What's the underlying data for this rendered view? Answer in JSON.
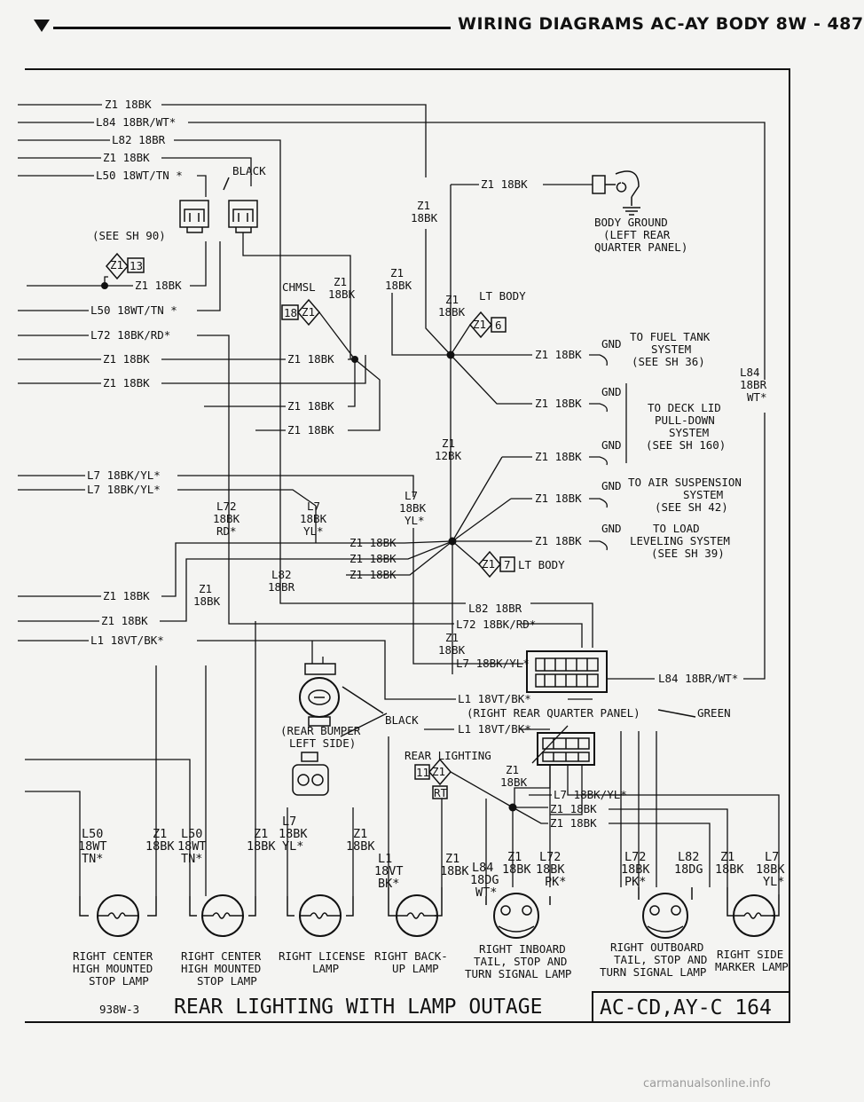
{
  "header": {
    "title": "WIRING DIAGRAMS AC-AY BODY   8W - 487"
  },
  "left_feeds": [
    {
      "id": "z1-top",
      "label": "Z1 18BK"
    },
    {
      "id": "l84",
      "label": "L84 18BR/WT*"
    },
    {
      "id": "l82",
      "label": "L82 18BR"
    },
    {
      "id": "z1-second",
      "label": "Z1 18BK"
    },
    {
      "id": "l50-top",
      "label": "L50 18WT/TN *"
    },
    {
      "id": "l50-second",
      "label": "L50 18WT/TN *"
    },
    {
      "id": "l72",
      "label": "L72 18BK/RD*"
    },
    {
      "id": "z1-a",
      "label": "Z1 18BK"
    },
    {
      "id": "z1-b",
      "label": "Z1 18BK"
    },
    {
      "id": "l7-a",
      "label": "L7 18BK/YL*"
    },
    {
      "id": "l7-b",
      "label": "L7 18BK/YL*"
    },
    {
      "id": "z1-c",
      "label": "Z1 18BK"
    },
    {
      "id": "z1-d",
      "label": "Z1 18BK"
    },
    {
      "id": "l1",
      "label": "L1 18VT/BK*"
    }
  ],
  "notes": {
    "see_sh_90": "(SEE SH 90)",
    "black_top": "BLACK",
    "splice_13": "13",
    "splice_z1": "Z1",
    "z1_18bk_under": "Z1 18BK",
    "chmsl": "CHMSL",
    "splice_18": "18",
    "splice_6": "6",
    "splice_7": "7",
    "lt_body_upper": "LT BODY",
    "lt_body_lower": "LT BODY",
    "splice_11": "11",
    "rt": "RT"
  },
  "labels": {
    "z1": "Z1",
    "gauge_18bk": "18BK",
    "gauge_12bk": "12BK",
    "z1_18bk": "Z1 18BK",
    "l72": "L72",
    "l7": "L7",
    "l82": "L82",
    "l82_18br": "L82 18BR",
    "l72_18bkrd": "L72 18BK/RD*",
    "l7_18bkyl": "L7 18BK/YL*",
    "l1_18vtbk": "L1 18VT/BK*",
    "l84_18brwt": "L84 18BR/WT*",
    "rd": "RD*",
    "yl": "YL*",
    "br": "18BR",
    "wt": "WT*",
    "l84": "L84",
    "gnd": "GND"
  },
  "grounds": {
    "body_ground": "BODY GROUND",
    "body_ground_2": "(LEFT REAR",
    "body_ground_3": "QUARTER PANEL)",
    "fuel_1": "TO FUEL TANK",
    "fuel_2": "SYSTEM",
    "fuel_3": "(SEE SH 36)",
    "deck_1": "TO DECK LID",
    "deck_2": "PULL-DOWN",
    "deck_3": "SYSTEM",
    "deck_4": "(SEE SH 160)",
    "air_1": "TO AIR SUSPENSION",
    "air_2": "SYSTEM",
    "air_3": "(SEE SH 42)",
    "load_1": "TO LOAD",
    "load_2": "LEVELING SYSTEM",
    "load_3": "(SEE SH 39)"
  },
  "connectors": {
    "rear_bumper_1": "(REAR BUMPER",
    "rear_bumper_2": "LEFT SIDE)",
    "black": "BLACK",
    "right_rear_quarter": "(RIGHT REAR QUARTER PANEL)",
    "green": "GREEN",
    "rear_lighting": "REAR LIGHTING"
  },
  "lamp_wires": {
    "rc1_l50": "L50",
    "rc1_g": "18WT",
    "rc1_c": "TN*",
    "rc1_z1": "Z1",
    "rc1_z1g": "18BK",
    "rc2_l50": "L50",
    "rc2_g": "18WT",
    "rc2_c": "TN*",
    "rc2_z1": "Z1",
    "rc2_z1g": "18BK",
    "lic_l7": "L7",
    "lic_l7g": "18BK",
    "lic_l7c": "YL*",
    "lic_z1": "Z1",
    "lic_z1g": "18BK",
    "bu_l1": "L1",
    "bu_l1g": "18VT",
    "bu_l1c": "BK*",
    "bu_z1": "Z1",
    "bu_z1g": "18BK",
    "ib_l84": "L84",
    "ib_l84g": "18DG",
    "ib_l84c": "WT*",
    "ib_z1": "Z1",
    "ib_z1g": "18BK",
    "ib_l72": "L72",
    "ib_l72g": "18BK",
    "ib_l72c": "PK*",
    "ob_l72": "L72",
    "ob_l72g": "18BK",
    "ob_l72c": "PK*",
    "ob_l82": "L82",
    "ob_l82g": "18DG",
    "ob_z1": "Z1",
    "ob_z1g": "18BK",
    "sm_l7": "L7",
    "sm_l7g": "18BK",
    "sm_l7c": "YL*"
  },
  "lamps": [
    {
      "line1": "RIGHT CENTER",
      "line2": "HIGH MOUNTED",
      "line3": "STOP LAMP"
    },
    {
      "line1": "RIGHT CENTER",
      "line2": "HIGH MOUNTED",
      "line3": "STOP LAMP"
    },
    {
      "line1": "RIGHT LICENSE",
      "line2": "LAMP",
      "line3": ""
    },
    {
      "line1": "RIGHT BACK-",
      "line2": "UP LAMP",
      "line3": ""
    },
    {
      "line1": "RIGHT INBOARD",
      "line2": "TAIL, STOP AND",
      "line3": "TURN SIGNAL LAMP"
    },
    {
      "line1": "RIGHT OUTBOARD",
      "line2": "TAIL, STOP AND",
      "line3": "TURN SIGNAL LAMP"
    },
    {
      "line1": "RIGHT SIDE",
      "line2": "MARKER LAMP",
      "line3": ""
    }
  ],
  "footer": {
    "ref": "938W-3",
    "title": "REAR LIGHTING WITH LAMP OUTAGE",
    "code": "AC-CD,AY-C 164"
  },
  "watermark": "carmanualsonline.info",
  "icons": [
    "ground-icon",
    "connector-icon",
    "splice-icon",
    "bulb-icon",
    "arrow-icon"
  ]
}
